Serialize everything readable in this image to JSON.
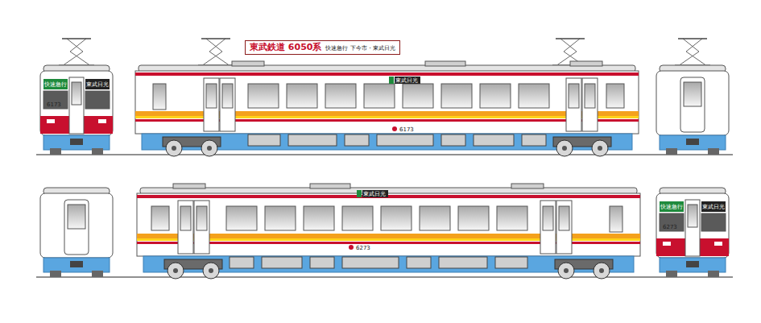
{
  "diagram": {
    "nodes": [
      {
        "text": [
          "東武鉄道 6050系",
          "快速急行 下今市・東武日光"
        ]
      }
    ],
    "labels": [
      "快速急行",
      "東武日光",
      "6173",
      "東武日光",
      "6173",
      "東武日光",
      "6273",
      "快速急行",
      "東武日光",
      "6273"
    ]
  }
}
